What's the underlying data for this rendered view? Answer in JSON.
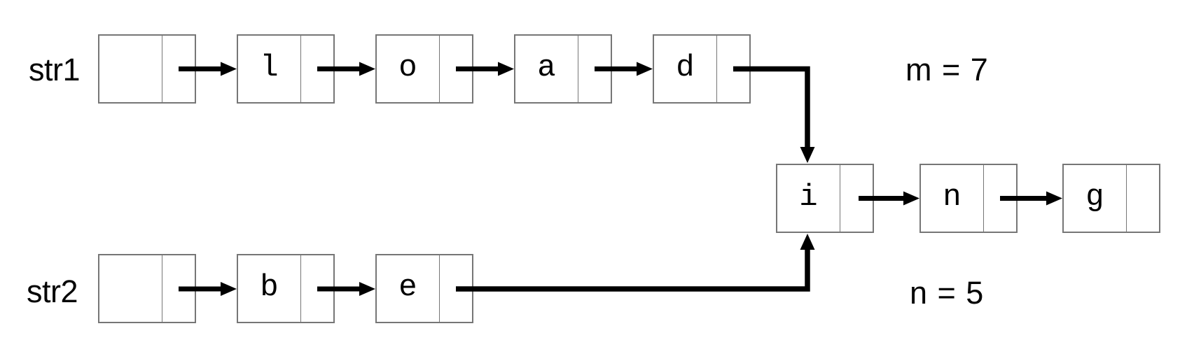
{
  "diagram_type": "linked-list-intersection",
  "lists": {
    "str1": {
      "label": "str1",
      "nodes": [
        "",
        "l",
        "o",
        "a",
        "d"
      ]
    },
    "str2": {
      "label": "str2",
      "nodes": [
        "",
        "b",
        "e"
      ]
    },
    "shared": {
      "nodes": [
        "i",
        "n",
        "g"
      ]
    }
  },
  "annotations": {
    "m_label": "m = 7",
    "n_label": "n = 5"
  },
  "colors": {
    "node_border": "#767676",
    "arrow": "#000000",
    "text": "#050505",
    "background": "#ffffff"
  }
}
